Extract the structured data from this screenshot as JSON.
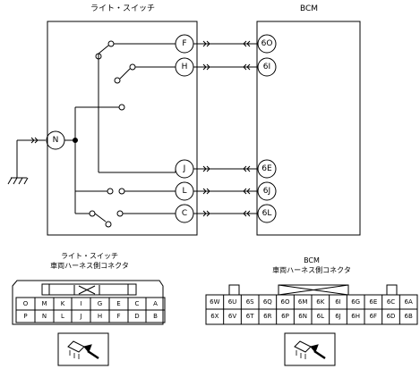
{
  "titles": {
    "light_switch": "ライト・スイッチ",
    "bcm": "BCM",
    "connector_left_1": "ライト・スイッチ",
    "connector_left_2": "車両ハーネス側コネクタ",
    "connector_right_1": "BCM",
    "connector_right_2": "車両ハーネス側コネクタ"
  },
  "switch_pins": [
    "F",
    "H",
    "N",
    "J",
    "L",
    "C"
  ],
  "bcm_pins": [
    "6O",
    "6I",
    "6E",
    "6J",
    "6L"
  ],
  "left_connector": {
    "row1": [
      "O",
      "M",
      "K",
      "I",
      "G",
      "E",
      "C",
      "A"
    ],
    "row2": [
      "P",
      "N",
      "L",
      "J",
      "H",
      "F",
      "D",
      "B"
    ]
  },
  "right_connector": {
    "row1": [
      "6W",
      "6U",
      "6S",
      "6Q",
      "6O",
      "6M",
      "6K",
      "6I",
      "6G",
      "6E",
      "6C",
      "6A"
    ],
    "row2": [
      "6X",
      "6V",
      "6T",
      "6R",
      "6P",
      "6N",
      "6L",
      "6J",
      "6H",
      "6F",
      "6D",
      "6B"
    ]
  }
}
